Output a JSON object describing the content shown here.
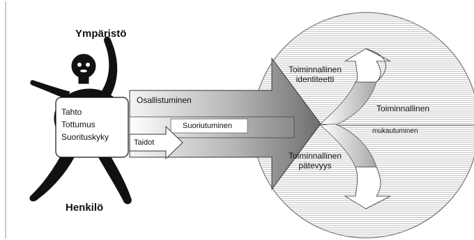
{
  "labels": {
    "environment": "Ympäristö",
    "person": "Henkilö",
    "volition": "Tahto",
    "habituation": "Tottumus",
    "performance_capacity": "Suorituskyky",
    "participation": "Osallistuminen",
    "performance": "Suoriutuminen",
    "skills": "Taidot",
    "identity_line1": "Toiminnallinen",
    "identity_line2": "identiteetti",
    "adaptation_line1": "Toiminnallinen",
    "adaptation_line2": "mukautuminen",
    "competence_line1": "Toiminnallinen",
    "competence_line2": "pätevyys"
  },
  "colors": {
    "figure": "#111111",
    "stripe": "#c9c9c9",
    "arrow_dark": "#6e6e6e",
    "arrow_light": "#ffffff"
  }
}
